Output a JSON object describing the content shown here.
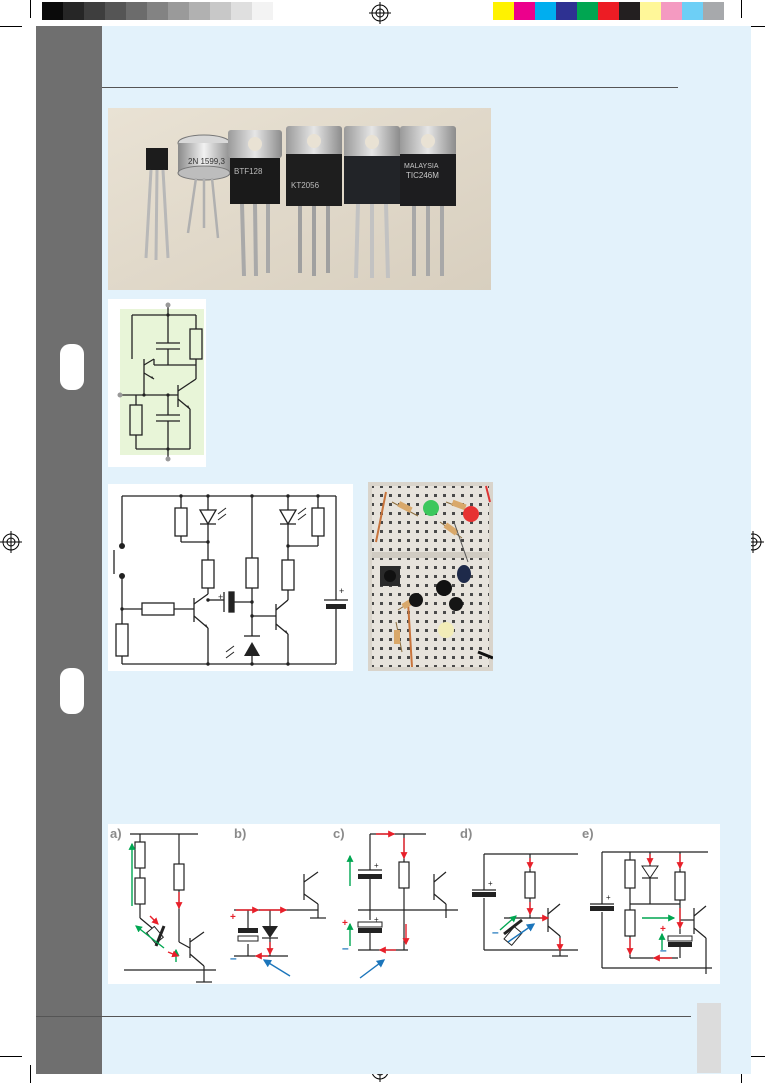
{
  "colors": {
    "grayscale_bar": [
      "#0a0a0a",
      "#262626",
      "#3e3e3e",
      "#555555",
      "#6c6c6c",
      "#838383",
      "#9a9a9a",
      "#b1b1b1",
      "#c8c8c8",
      "#dfdfdf",
      "#f3f3f3"
    ],
    "color_bar": [
      "#fff200",
      "#ec008c",
      "#00aeef",
      "#2e3192",
      "#00a651",
      "#ed1c24",
      "#231f20",
      "#fff799",
      "#f49ac1",
      "#6dcff6",
      "#a7a9ac"
    ],
    "page_background": "#e3f2fb",
    "sidebar": "#6f6f6f",
    "circuit_panel": "#e8f5d8",
    "wire": "#222222",
    "current_red": "#e8202a",
    "current_green": "#00a651",
    "current_blue": "#1b75bb"
  },
  "transistor_photo": {
    "labels": [
      "2N 1599,3",
      "BTF128",
      "KT2056",
      "MALAYSIA",
      "TIC246M"
    ]
  },
  "diagrams": {
    "panel_labels": [
      "a)",
      "b)",
      "c)",
      "d)",
      "e)"
    ]
  }
}
